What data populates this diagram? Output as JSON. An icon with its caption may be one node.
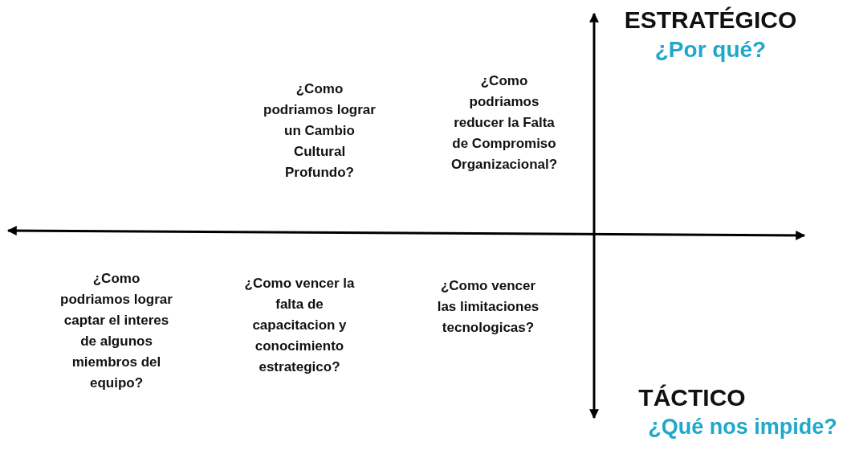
{
  "diagram": {
    "labels": [
      "ESTRATÉGICO",
      "¿Por qué?",
      "¿Como podriamos lograr un Cambio Cultural Profundo?",
      "¿Como podriamos reducer la Falta de Compromiso Organizacional?",
      "¿Como podriamos lograr captar el interes de algunos miembros del equipo?",
      "¿Como vencer la falta de capacitacion y conocimiento estrategico?",
      "¿Como vencer las limitaciones tecnologicas?",
      "TÁCTICO",
      "¿Qué nos impide?"
    ]
  }
}
